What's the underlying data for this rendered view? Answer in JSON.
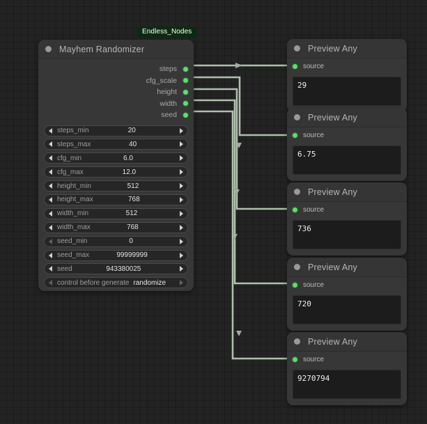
{
  "canvas": {
    "grid": "10px",
    "bg_color": "#232323",
    "link_color": "#b0bfae",
    "slot_color": "#58e06a"
  },
  "badge": {
    "label": "Endless_Nodes"
  },
  "randomizer": {
    "title": "Mayhem Randomizer",
    "outputs": [
      {
        "label": "steps"
      },
      {
        "label": "cfg_scale"
      },
      {
        "label": "height"
      },
      {
        "label": "width"
      },
      {
        "label": "seed"
      }
    ],
    "widgets": [
      {
        "name": "steps_min",
        "value": "20"
      },
      {
        "name": "steps_max",
        "value": "40"
      },
      {
        "name": "cfg_min",
        "value": "6.0"
      },
      {
        "name": "cfg_max",
        "value": "12.0"
      },
      {
        "name": "height_min",
        "value": "512"
      },
      {
        "name": "height_max",
        "value": "768"
      },
      {
        "name": "width_min",
        "value": "512"
      },
      {
        "name": "width_max",
        "value": "768"
      },
      {
        "name": "seed_min",
        "value": "0"
      },
      {
        "name": "seed_max",
        "value": "99999999"
      },
      {
        "name": "seed",
        "value": "943380025"
      },
      {
        "name": "control before generate",
        "value": "randomize"
      }
    ]
  },
  "previews": [
    {
      "title": "Preview Any",
      "input_label": "source",
      "value": "29"
    },
    {
      "title": "Preview Any",
      "input_label": "source",
      "value": "6.75"
    },
    {
      "title": "Preview Any",
      "input_label": "source",
      "value": "736"
    },
    {
      "title": "Preview Any",
      "input_label": "source",
      "value": "720"
    },
    {
      "title": "Preview Any",
      "input_label": "source",
      "value": "9270794"
    }
  ]
}
